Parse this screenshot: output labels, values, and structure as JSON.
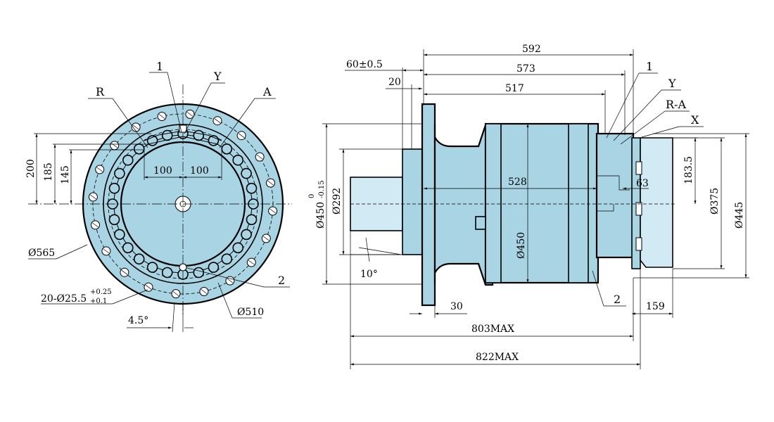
{
  "drawing": {
    "front_view": {
      "labels": {
        "port_1": "1",
        "port_y": "Y",
        "port_r": "R",
        "port_a": "A",
        "port_2": "2"
      },
      "dims": {
        "h200": "200",
        "h185": "185",
        "h145": "145",
        "w100_left": "100",
        "w100_right": "100",
        "dia565": "Ø565",
        "holes": "20-Ø25.5",
        "holes_tol_upper": "+0.25",
        "holes_tol_lower": "+0.1",
        "angle": "4.5°",
        "dia510": "Ø510"
      }
    },
    "side_view": {
      "labels": {
        "port_1": "1",
        "port_y": "Y",
        "port_ra": "R-A",
        "port_x": "X",
        "port_2": "2"
      },
      "dims": {
        "d592": "592",
        "d573": "573",
        "d517": "517",
        "d60": "60±0.5",
        "d20": "20",
        "d528": "528",
        "d63": "63",
        "d183": "183.5",
        "dia375": "Ø375",
        "dia445": "Ø445",
        "dia450_shaft": "Ø450",
        "dia450_shaft_tol_upper": "0",
        "dia450_shaft_tol_lower": "-0.15",
        "dia292": "Ø292",
        "dia450": "Ø450",
        "angle10": "10°",
        "d30": "30",
        "d159": "159",
        "d803": "803MAX",
        "d822": "822MAX"
      }
    }
  },
  "colors": {
    "body": "#a8d4e4",
    "light": "#d2eaf3",
    "line": "#000000"
  }
}
